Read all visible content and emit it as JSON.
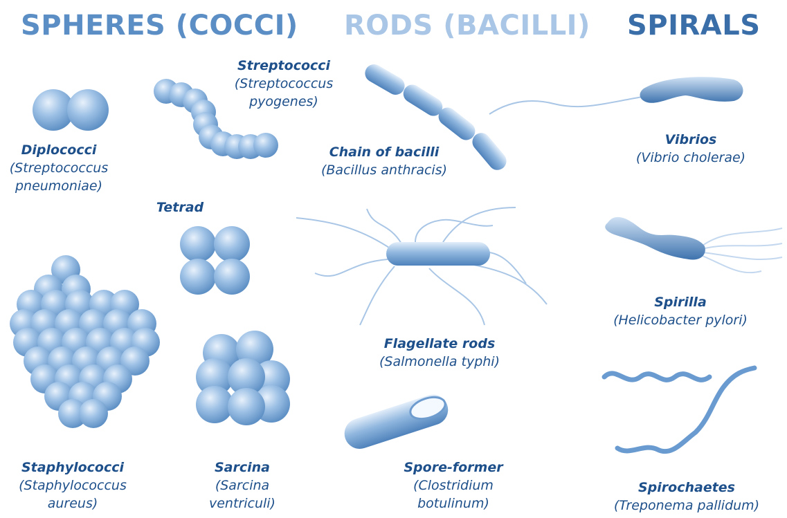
{
  "headers": {
    "spheres": "SPHERES (COCCI)",
    "rods": "RODS (BACILLI)",
    "spirals": "SPIRALS"
  },
  "colors": {
    "header_spheres": "#5b8ec4",
    "header_rods": "#a9c6e6",
    "header_spirals": "#3a6ea8",
    "label": "#1d4f8a",
    "cell": "#8db4dc"
  },
  "labels": {
    "streptococci": {
      "name": "Streptococci",
      "species_1": "(Streptococcus",
      "species_2": "pyogenes)"
    },
    "diplococci": {
      "name": "Diplococci",
      "species_1": "(Streptococcus",
      "species_2": "pneumoniae)"
    },
    "tetrad": {
      "name": "Tetrad"
    },
    "staphylococci": {
      "name": "Staphylococci",
      "species_1": "(Staphylococcus",
      "species_2": "aureus)"
    },
    "sarcina": {
      "name": "Sarcina",
      "species_1": "(Sarcina",
      "species_2": "ventriculi)"
    },
    "chain_bacilli": {
      "name": "Chain of bacilli",
      "species_1": "(Bacillus anthracis)"
    },
    "flagellate_rods": {
      "name": "Flagellate rods",
      "species_1": "(Salmonella typhi)"
    },
    "spore_former": {
      "name": "Spore-former",
      "species_1": "(Clostridium",
      "species_2": "botulinum)"
    },
    "vibrios": {
      "name": "Vibrios",
      "species_1": "(Vibrio cholerae)"
    },
    "spirilla": {
      "name": "Spirilla",
      "species_1": "(Helicobacter pylori)"
    },
    "spirochaetes": {
      "name": "Spirochaetes",
      "species_1": "(Treponema pallidum)"
    }
  }
}
